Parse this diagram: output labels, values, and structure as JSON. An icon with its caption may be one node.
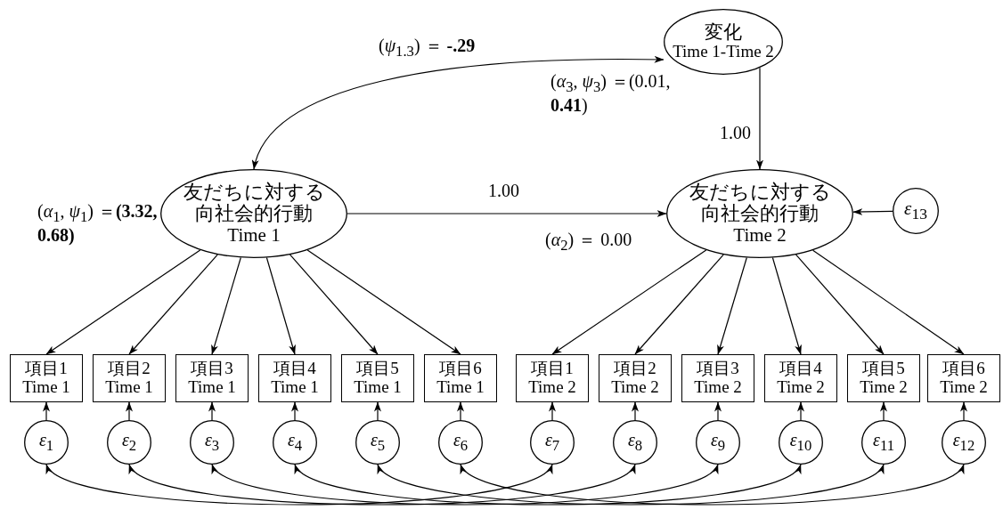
{
  "diagram": {
    "nodes": [
      {
        "text": [
          "変化",
          "Time 1-Time 2"
        ],
        "beside": [
          "(*α*$_{3}$, *ψ*$_{3}$) ＝(0.01, **0.41**)"
        ]
      },
      {
        "text": [
          "友だちに対する向社会的行動",
          "Time 1"
        ],
        "beside": [
          "(*α*$_{1}$, *ψ*$_{1}$) ＝**(3.32, 0.68)**"
        ]
      },
      {
        "text": [
          "友だちに対する向社会的行動",
          "Time 2"
        ],
        "beside": [
          "(*α*$_{2}$) ＝ 0.00"
        ]
      },
      {
        "text": [
          "*ε*$_{13}$"
        ]
      },
      {
        "text": [
          "項目1",
          "Time 1"
        ]
      },
      {
        "text": [
          "項目2",
          "Time 1"
        ]
      },
      {
        "text": [
          "項目3",
          "Time 1"
        ]
      },
      {
        "text": [
          "項目4",
          "Time 1"
        ]
      },
      {
        "text": [
          "項目5",
          "Time 1"
        ]
      },
      {
        "text": [
          "項目6",
          "Time 1"
        ]
      },
      {
        "text": [
          "項目1",
          "Time 2"
        ]
      },
      {
        "text": [
          "項目2",
          "Time 2"
        ]
      },
      {
        "text": [
          "項目3",
          "Time 2"
        ]
      },
      {
        "text": [
          "項目4",
          "Time 2"
        ]
      },
      {
        "text": [
          "項目5",
          "Time 2"
        ]
      },
      {
        "text": [
          "項目6",
          "Time 2"
        ]
      },
      {
        "text": [
          "*ε*$_{1}$"
        ]
      },
      {
        "text": [
          "*ε*$_{2}$"
        ]
      },
      {
        "text": [
          "*ε*$_{3}$"
        ]
      },
      {
        "text": [
          "*ε*$_{4}$"
        ]
      },
      {
        "text": [
          "*ε*$_{5}$"
        ]
      },
      {
        "text": [
          "*ε*$_{6}$"
        ]
      },
      {
        "text": [
          "*ε*$_{7}$"
        ]
      },
      {
        "text": [
          "*ε*$_{8}$"
        ]
      },
      {
        "text": [
          "*ε*$_{9}$"
        ]
      },
      {
        "text": [
          "*ε*$_{10}$"
        ]
      },
      {
        "text": [
          "*ε*$_{11}$"
        ]
      },
      {
        "text": [
          "*ε*$_{12}$"
        ]
      }
    ],
    "edges": [
      {
        "from": 0,
        "to": 1,
        "arrow": "both",
        "label": "(*ψ*$_{1.3}$) ＝ **-.29**"
      },
      {
        "from": 0,
        "to": 2,
        "arrow": "to",
        "label": "1.00"
      },
      {
        "from": 1,
        "to": 2,
        "arrow": "to",
        "label": "1.00"
      },
      {
        "from": 3,
        "to": 2,
        "arrow": "to"
      },
      {
        "from": 1,
        "to": 4,
        "arrow": "to"
      },
      {
        "from": 1,
        "to": 5,
        "arrow": "to"
      },
      {
        "from": 1,
        "to": 6,
        "arrow": "to"
      },
      {
        "from": 1,
        "to": 7,
        "arrow": "to"
      },
      {
        "from": 1,
        "to": 8,
        "arrow": "to"
      },
      {
        "from": 1,
        "to": 9,
        "arrow": "to"
      },
      {
        "from": 2,
        "to": 10,
        "arrow": "to"
      },
      {
        "from": 2,
        "to": 11,
        "arrow": "to"
      },
      {
        "from": 2,
        "to": 12,
        "arrow": "to"
      },
      {
        "from": 2,
        "to": 13,
        "arrow": "to"
      },
      {
        "from": 2,
        "to": 14,
        "arrow": "to"
      },
      {
        "from": 2,
        "to": 15,
        "arrow": "to"
      },
      {
        "from": 16,
        "to": 4,
        "arrow": "to"
      },
      {
        "from": 17,
        "to": 5,
        "arrow": "to"
      },
      {
        "from": 18,
        "to": 6,
        "arrow": "to"
      },
      {
        "from": 19,
        "to": 7,
        "arrow": "to"
      },
      {
        "from": 20,
        "to": 8,
        "arrow": "to"
      },
      {
        "from": 21,
        "to": 9,
        "arrow": "to"
      },
      {
        "from": 22,
        "to": 10,
        "arrow": "to"
      },
      {
        "from": 23,
        "to": 11,
        "arrow": "to"
      },
      {
        "from": 24,
        "to": 12,
        "arrow": "to"
      },
      {
        "from": 25,
        "to": 13,
        "arrow": "to"
      },
      {
        "from": 26,
        "to": 14,
        "arrow": "to"
      },
      {
        "from": 27,
        "to": 15,
        "arrow": "to"
      },
      {
        "from": 16,
        "to": 22,
        "arrow": "both"
      },
      {
        "from": 17,
        "to": 23,
        "arrow": "both"
      },
      {
        "from": 18,
        "to": 24,
        "arrow": "both"
      },
      {
        "from": 19,
        "to": 25,
        "arrow": "both"
      },
      {
        "from": 20,
        "to": 26,
        "arrow": "both"
      },
      {
        "from": 21,
        "to": 27,
        "arrow": "both"
      }
    ]
  }
}
